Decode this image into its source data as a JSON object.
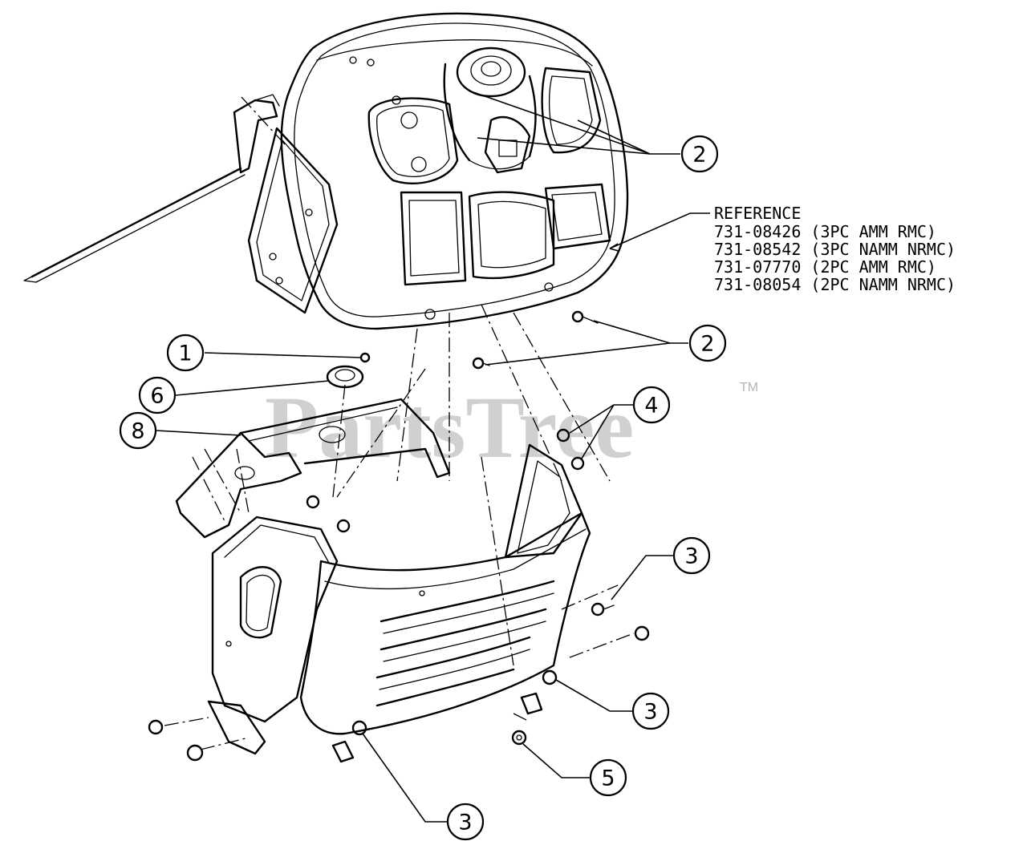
{
  "reference": {
    "title": "REFERENCE",
    "lines": [
      "731-08426 (3PC AMM RMC)",
      "731-08542 (3PC NAMM NRMC)",
      "731-07770 (2PC AMM RMC)",
      "731-08054 (2PC NAMM NRMC)"
    ]
  },
  "watermark": {
    "text": "PartsTree",
    "tm": "TM"
  },
  "callouts": {
    "c1": "1",
    "c2a": "2",
    "c2b": "2",
    "c3a": "3",
    "c3b": "3",
    "c3c": "3",
    "c4": "4",
    "c5": "5",
    "c6": "6",
    "c8": "8"
  }
}
